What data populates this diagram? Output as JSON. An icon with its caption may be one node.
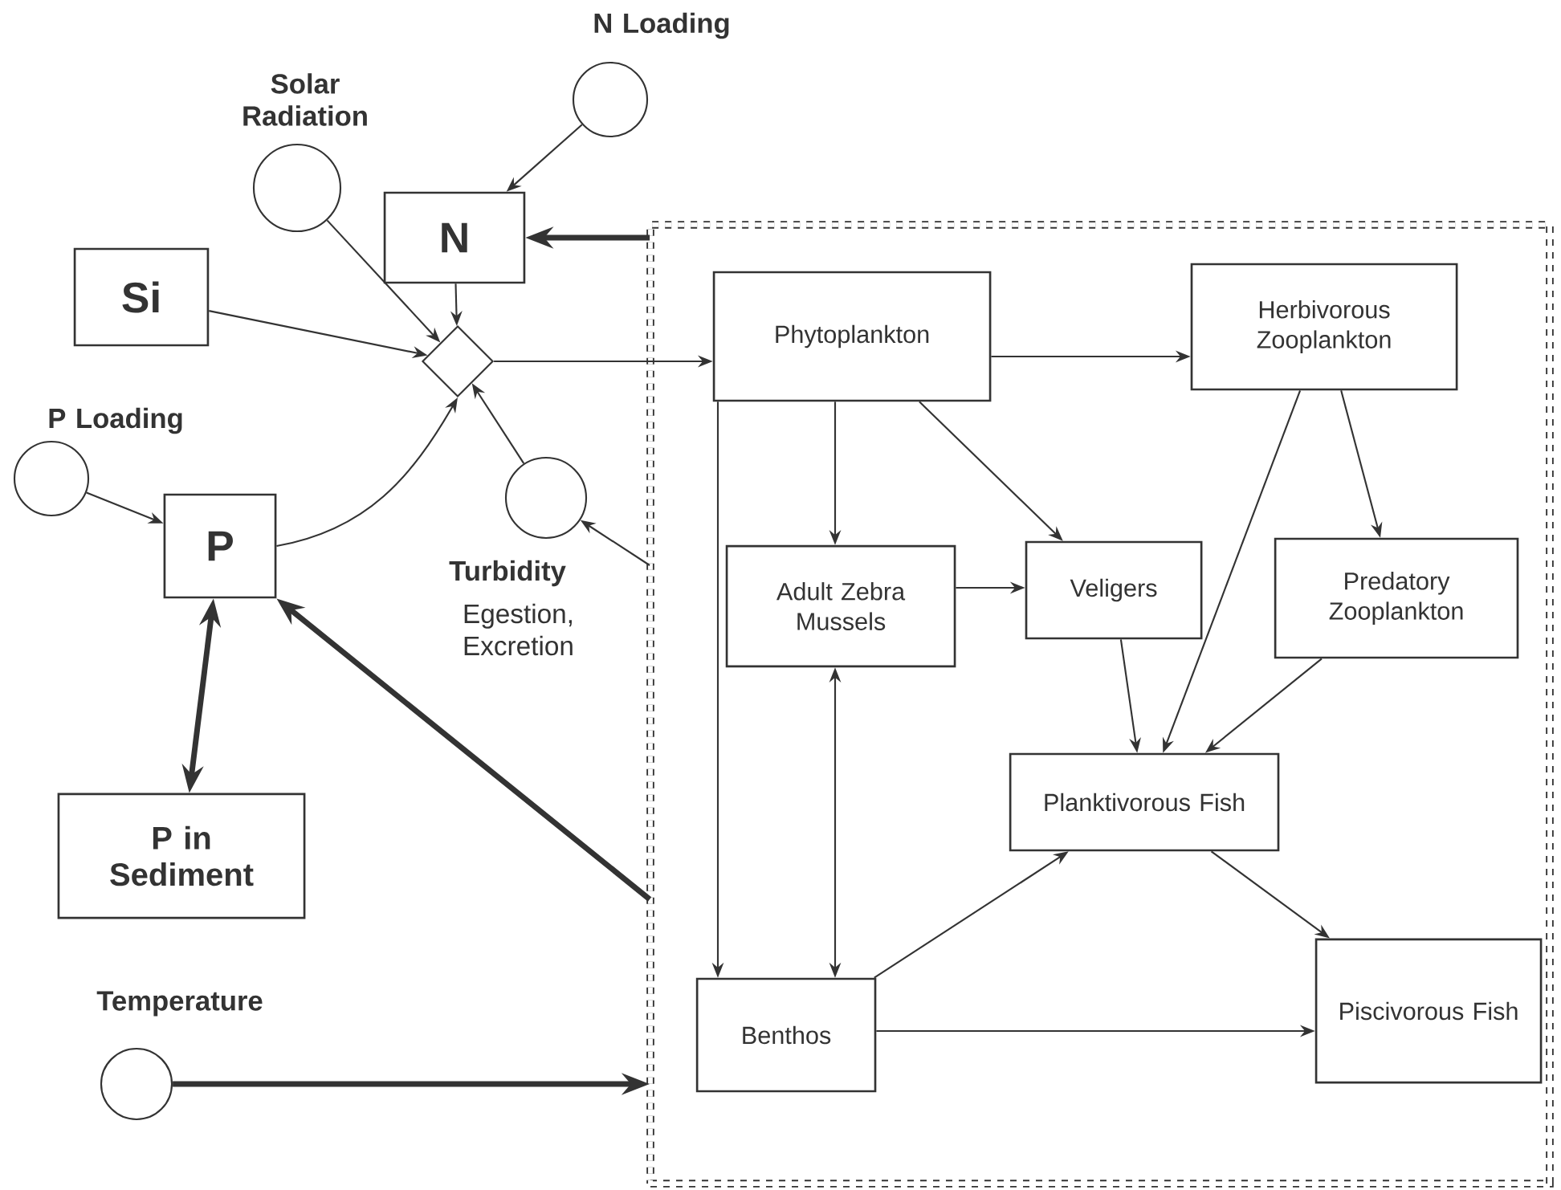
{
  "diagram": {
    "nodes": [
      {
        "text": [
          "Solar Radiation"
        ]
      },
      {
        "text": [
          "N Loading"
        ]
      },
      {
        "text": [
          "N"
        ]
      },
      {
        "text": [
          "Si"
        ]
      },
      {
        "text": [],
        "shape": "diamond"
      },
      {
        "text": [
          "P Loading"
        ]
      },
      {
        "text": [
          "P"
        ]
      },
      {
        "text": [
          "Turbidity"
        ]
      },
      {
        "text": [
          "P in Sediment"
        ]
      },
      {
        "text": [
          "Temperature"
        ]
      },
      {
        "text": [],
        "shape": "box"
      },
      {
        "text": [
          "Phytoplankton"
        ],
        "in": 10
      },
      {
        "text": [
          "Herbivorous Zooplankton"
        ],
        "in": 10
      },
      {
        "text": [
          "Adult Zebra Mussels"
        ],
        "in": 10
      },
      {
        "text": [
          "Veligers"
        ],
        "in": 10
      },
      {
        "text": [
          "Predatory Zooplankton"
        ],
        "in": 10
      },
      {
        "text": [
          "Planktivorous Fish"
        ],
        "in": 10
      },
      {
        "text": [
          "Benthos"
        ],
        "in": 10
      },
      {
        "text": [
          "Piscivorous Fish"
        ],
        "in": 10
      }
    ],
    "edges": [
      {
        "from": 1,
        "to": 2,
        "arrow": "to"
      },
      {
        "from": 0,
        "to": 4,
        "arrow": "to"
      },
      {
        "from": 2,
        "to": 4,
        "arrow": "to"
      },
      {
        "from": 3,
        "to": 4,
        "arrow": "to"
      },
      {
        "from": 6,
        "to": 4,
        "arrow": "to"
      },
      {
        "from": 7,
        "to": 4,
        "arrow": "to"
      },
      {
        "from": 4,
        "to": 11,
        "arrow": "to"
      },
      {
        "from": 5,
        "to": 6,
        "arrow": "to"
      },
      {
        "from": 8,
        "to": 6,
        "arrow": "both",
        "style": "thick"
      },
      {
        "from": 10,
        "to": 2,
        "arrow": "to",
        "style": "thick"
      },
      {
        "from": 10,
        "to": 7,
        "arrow": "to"
      },
      {
        "from": 10,
        "to": 6,
        "arrow": "to",
        "style": "thick",
        "label": "Egestion, Excretion"
      },
      {
        "from": 9,
        "to": 10,
        "arrow": "to",
        "style": "thick"
      },
      {
        "from": 11,
        "to": 12,
        "arrow": "to"
      },
      {
        "from": 11,
        "to": 13,
        "arrow": "to"
      },
      {
        "from": 11,
        "to": 14,
        "arrow": "to"
      },
      {
        "from": 11,
        "to": 17,
        "arrow": "to"
      },
      {
        "from": 12,
        "to": 15,
        "arrow": "to"
      },
      {
        "from": 12,
        "to": 16,
        "arrow": "to"
      },
      {
        "from": 13,
        "to": 14,
        "arrow": "to"
      },
      {
        "from": 13,
        "to": 17,
        "arrow": "both"
      },
      {
        "from": 14,
        "to": 16,
        "arrow": "to"
      },
      {
        "from": 15,
        "to": 16,
        "arrow": "to"
      },
      {
        "from": 17,
        "to": 16,
        "arrow": "to"
      },
      {
        "from": 17,
        "to": 18,
        "arrow": "to"
      },
      {
        "from": 16,
        "to": 18,
        "arrow": "to"
      }
    ]
  }
}
